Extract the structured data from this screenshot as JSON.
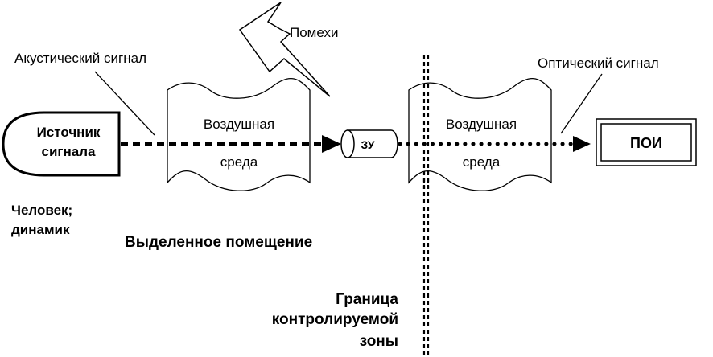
{
  "labels": {
    "source_line1": "Источник",
    "source_line2": "сигнала",
    "human_line1": "Человек;",
    "human_line2": "динамик",
    "acoustic": "Акустический сигнал",
    "noise": "Помехи",
    "air1_line1": "Воздушная",
    "air1_line2": "среда",
    "zu": "ЗУ",
    "air2_line1": "Воздушная",
    "air2_line2": "среда",
    "optical": "Оптический сигнал",
    "poi": "ПОИ",
    "room": "Выделенное помещение",
    "border_line1": "Граница",
    "border_line2": "контролируемой",
    "border_line3": "зоны"
  }
}
